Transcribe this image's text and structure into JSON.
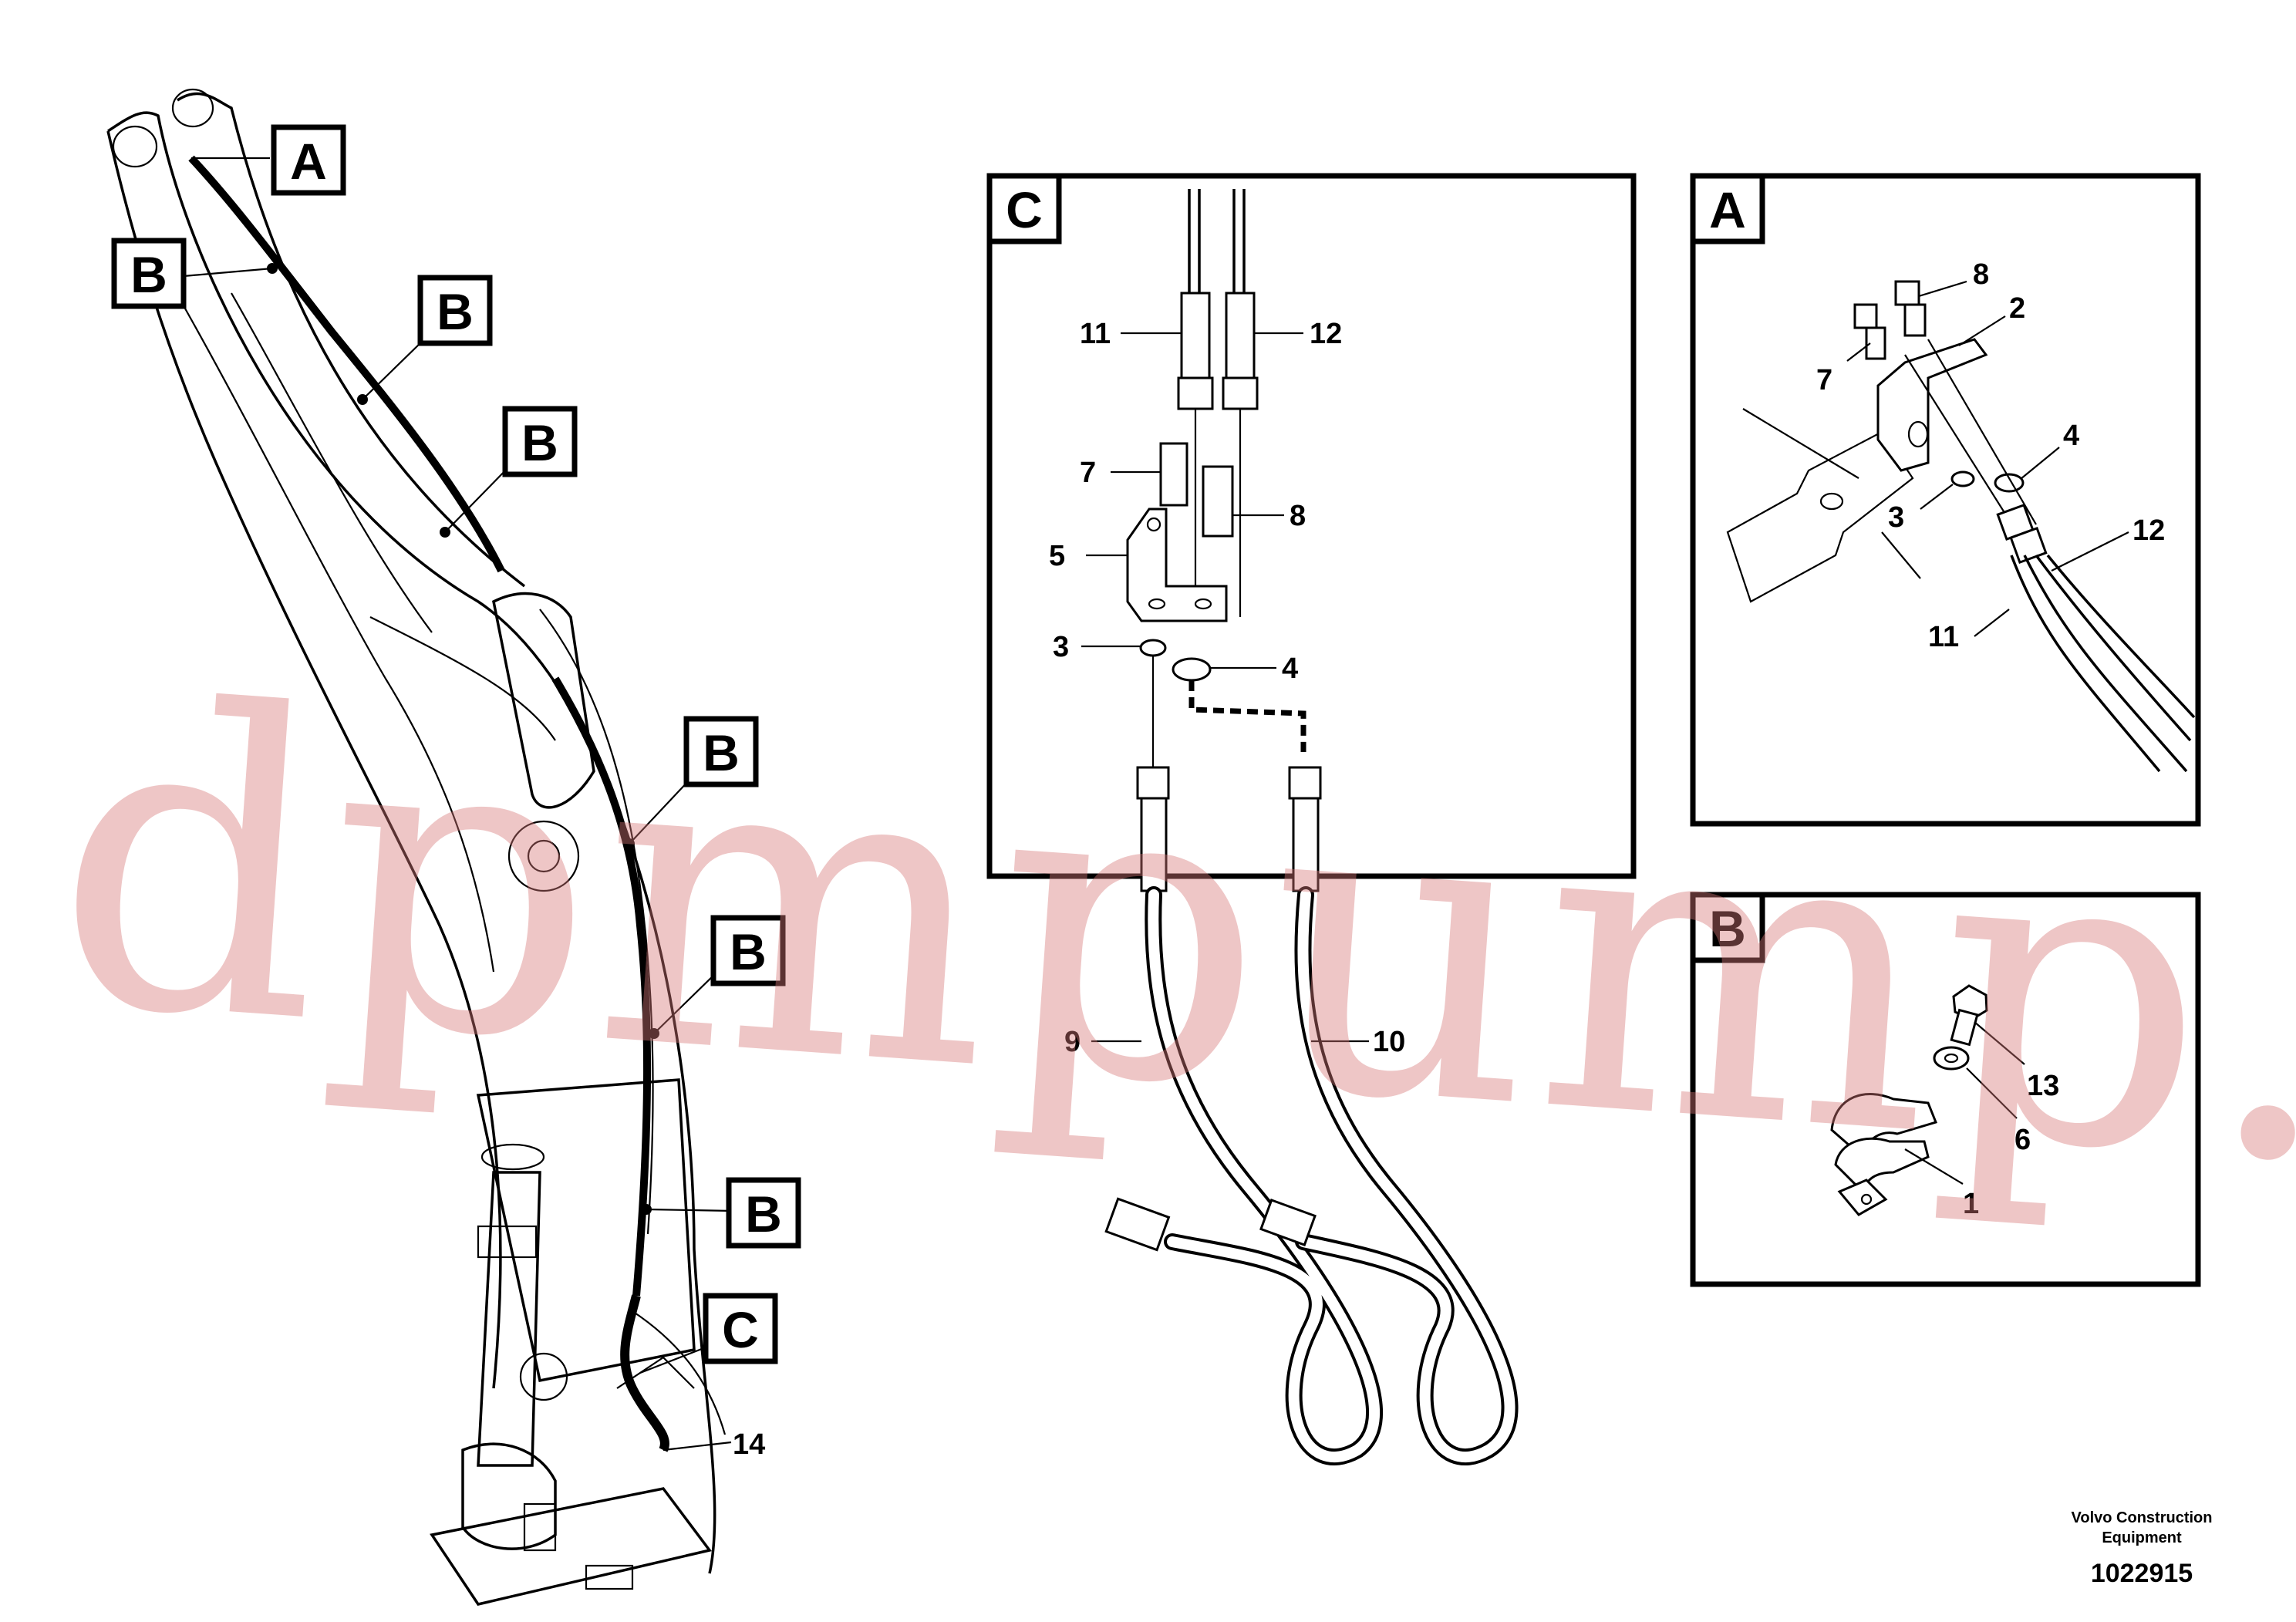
{
  "main_view": {
    "callouts": {
      "a": "A",
      "b": "B",
      "c": "C"
    },
    "items": {
      "item_14": "14"
    }
  },
  "detail_c": {
    "title": "C",
    "items": {
      "i11": "11",
      "i12": "12",
      "i7": "7",
      "i8": "8",
      "i5": "5",
      "i3": "3",
      "i4": "4",
      "i9": "9",
      "i10": "10"
    }
  },
  "detail_a": {
    "title": "A",
    "items": {
      "i8": "8",
      "i2": "2",
      "i7": "7",
      "i4": "4",
      "i3": "3",
      "i12": "12",
      "i11": "11"
    }
  },
  "detail_b": {
    "title": "B",
    "items": {
      "i13": "13",
      "i6": "6",
      "i1": "1"
    }
  },
  "footer": {
    "brand_line1": "Volvo Construction",
    "brand_line2": "Equipment",
    "part_number": "1022915"
  },
  "watermark": "dpmpump.com"
}
